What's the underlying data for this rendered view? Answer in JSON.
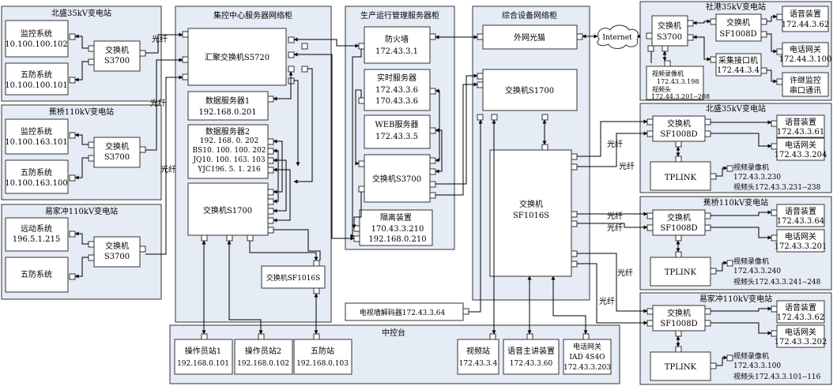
{
  "left": {
    "beisheng": {
      "title": "北盛35kV变电站",
      "jk_name": "监控系统",
      "jk_ip": "10.100.100.102",
      "wf_name": "五防系统",
      "wf_ip": "10.100.100.101",
      "sw1": "交换机",
      "sw2": "S3700"
    },
    "jiaoqiao": {
      "title": "蕉桥110kV变电站",
      "jk_name": "监控系统",
      "jk_ip": "10.100.163.101",
      "wf_name": "五防系统",
      "wf_ip": "10.100.163.100",
      "sw1": "交换机",
      "sw2": "S3700"
    },
    "yijiachong": {
      "title": "易家冲110kV变电站",
      "yd_name": "远动系统",
      "yd_ip": "196.5.1.215",
      "wf_name": "五防系统",
      "sw1": "交换机",
      "sw2": "S3700"
    }
  },
  "fiber_label": "光纤",
  "central": {
    "title": "集控中心服务器网络柜",
    "agg_switch": "汇聚交换机S5720",
    "ds1_name": "数据服务器1",
    "ds1_ip": "192.168.0.201",
    "ds2_name": "数据服务器2",
    "ds2_ips": [
      "192. 168. 0. 202",
      "BS10. 100. 100. 202",
      "JQ10. 100. 163. 103",
      "YJC196. 5. 1. 216"
    ],
    "sw1700": "交换机S1700",
    "swSF": "交换机SF1016S"
  },
  "production": {
    "title": "生产运行管理服务器柜",
    "fw_name": "防火墙",
    "fw_ip": "172.43.3.1",
    "rt_name": "实时服务器",
    "rt_ip1": "172.43.3.6",
    "rt_ip2": "170.43.3.6",
    "web_name": "WEB服务器",
    "web_ip": "172.43.3.5",
    "sw3700": "交换机S3700",
    "iso_name": "隔离装置",
    "iso_ip1": "170.43.3.210",
    "iso_ip2": "192.168.0.210"
  },
  "tvwall": "电视墙解码器172.43.3.64",
  "integrated": {
    "title": "综合设备网络柜",
    "modem": "外网光猫",
    "sw1700": "交换机S1700",
    "swSF1": "交换机",
    "swSF2": "SF1016S"
  },
  "internet": "Internet",
  "console": {
    "title": "中控台",
    "op1_name": "操作员站1",
    "op1_ip": "192.168.0.101",
    "op2_name": "操作员站2",
    "op2_ip": "192.168.0.102",
    "wf_name": "五防站",
    "wf_ip": "192.168.0.103",
    "video_name": "视频站",
    "video_ip": "172.43.3.4",
    "voice_name": "语音主讲装置",
    "voice_ip": "172.43.3.60",
    "phone_name": "电话网关",
    "phone_model": "IAD 4S4O",
    "phone_ip": "172.43.3.203"
  },
  "right": {
    "shegang": {
      "title": "社港35kV变电站",
      "sw1": "交换机",
      "sw2": "S3700",
      "sfsw1": "交换机",
      "sfsw2": "SF1008D",
      "collector1": "采集接口机",
      "collector2": "172.44.3.4",
      "voice_name": "语音装置",
      "voice_ip": "172.44.3.62",
      "phone_name": "电话网关",
      "phone_ip": "172.44.3.100",
      "relay1": "许继监控",
      "relay2": "串口通讯",
      "nvr_name": "视频录像机",
      "nvr_ip": "172.43.3.198",
      "cam_name": "视频头",
      "cam_ip": "172.44.3.201--208"
    },
    "beisheng": {
      "title": "北盛35kV变电站",
      "sw1": "交换机",
      "sw2": "SF1008D",
      "voice_name": "语音装置",
      "voice_ip": "172.43.3.61",
      "phone_name": "电话网关",
      "phone_ip": "172.43.3.204",
      "tplink": "TPLINK",
      "nvr_name": "视频录像机",
      "nvr_ip": "172.43.3.230",
      "cam": "视频头172.43.3.231--238"
    },
    "jiaoqiao": {
      "title": "蕉桥110kV变电站",
      "sw1": "交换机",
      "sw2": "SF1008D",
      "voice_name": "语音装置",
      "voice_ip": "172.43.3.64",
      "phone_name": "电话网关",
      "phone_ip": "172.43.3.201",
      "tplink": "TPLINK",
      "nvr_name": "视频录像机",
      "nvr_ip": "172.43.3.240",
      "cam": "视频头172.43.3.241--248"
    },
    "yijiachong": {
      "title": "易家冲110kV变电站",
      "sw1": "交换机",
      "sw2": "SF1008D",
      "voice_name": "语音装置",
      "voice_ip": "172.43.3.62",
      "phone_name": "电话网关",
      "phone_ip": "172.43.3.202",
      "tplink": "TPLINK",
      "nvr_name": "视频录像机",
      "nvr_ip": "172.43.3.100",
      "cam": "视频头172.43.3.101--116"
    }
  }
}
